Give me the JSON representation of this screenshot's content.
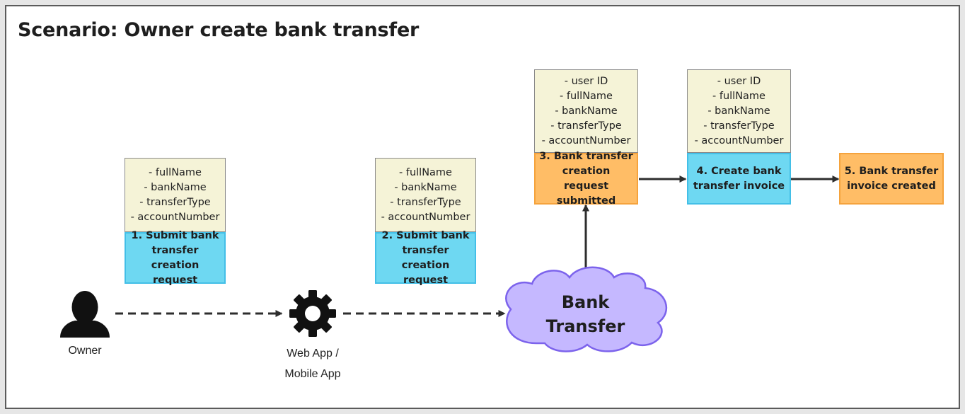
{
  "title": "Scenario: Owner create bank transfer",
  "actors": {
    "owner": "Owner",
    "app_line1": "Web App /",
    "app_line2": "Mobile App",
    "cloud_line1": "Bank",
    "cloud_line2": "Transfer"
  },
  "notes": {
    "note1": [
      "- fullName",
      "- bankName",
      "- transferType",
      "- accountNumber"
    ],
    "note2": [
      "- fullName",
      "- bankName",
      "- transferType",
      "- accountNumber"
    ],
    "note3": [
      "- user ID",
      "- fullName",
      "- bankName",
      "- transferType",
      "- accountNumber"
    ],
    "note4": [
      "- user ID",
      "- fullName",
      "- bankName",
      "- transferType",
      "- accountNumber"
    ]
  },
  "steps": {
    "step1": [
      "1. Submit bank",
      "transfer creation",
      "request"
    ],
    "step2": [
      "2. Submit bank",
      "transfer creation",
      "request"
    ],
    "step3": [
      "3. Bank transfer",
      "creation request",
      "submitted"
    ],
    "step4": [
      "4. Create bank",
      "transfer invoice"
    ],
    "step5": [
      "5. Bank transfer",
      "invoice created"
    ]
  },
  "colors": {
    "step_blue": "#6ed8f2",
    "step_orange": "#ffbd66",
    "note_bg": "#f5f3d7",
    "cloud": "#c5b8ff"
  },
  "icons": {
    "owner": "person-icon",
    "app": "gear-icon",
    "cloud": "cloud-shape"
  }
}
